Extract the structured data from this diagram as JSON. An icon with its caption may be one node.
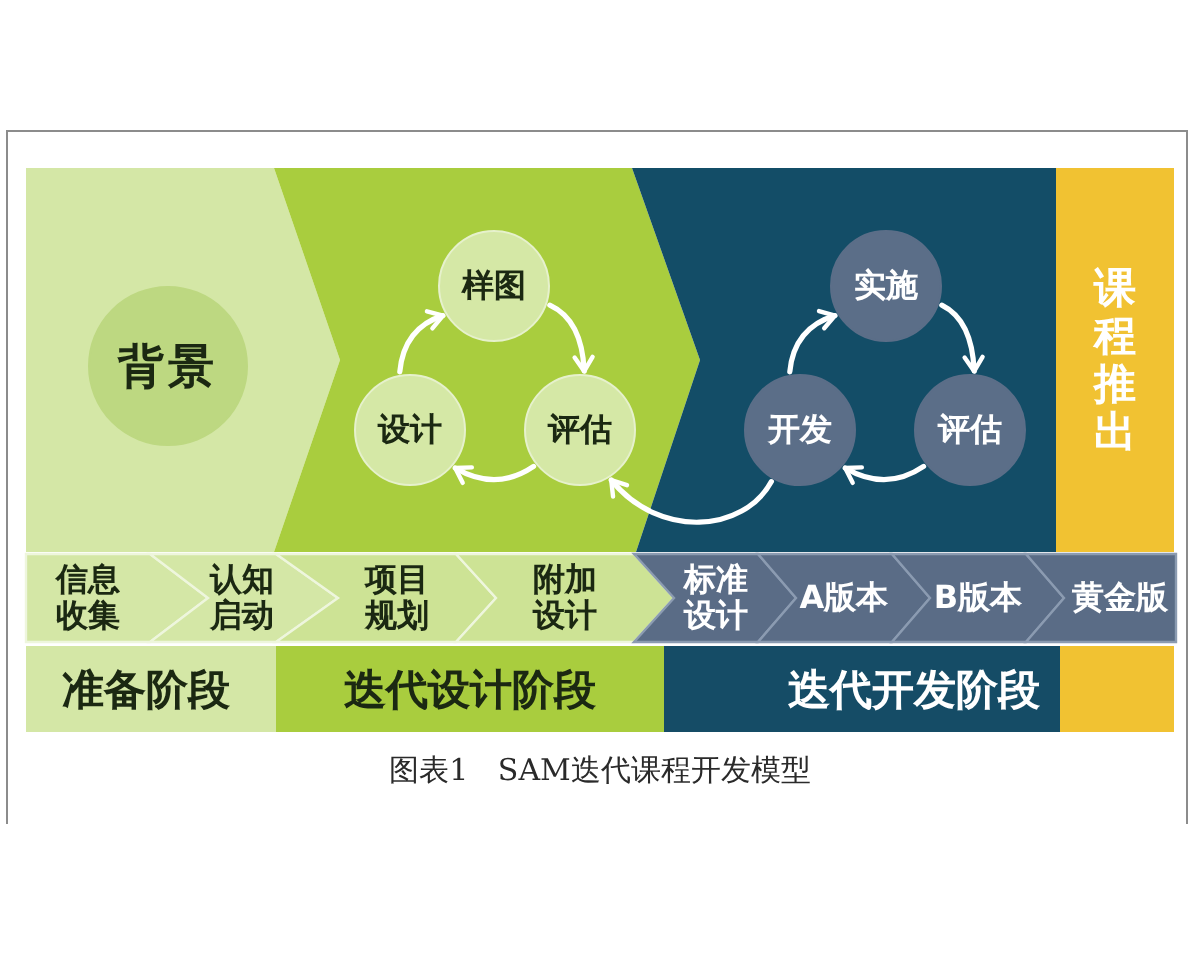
{
  "diagram": {
    "caption": "图表1 SAM迭代课程开发模型",
    "nodes": [
      {
        "text": [
          "背景"
        ]
      },
      {
        "text": [
          "样图"
        ]
      },
      {
        "text": [
          "设计"
        ]
      },
      {
        "text": [
          "评估"
        ]
      },
      {
        "text": [
          "实施"
        ]
      },
      {
        "text": [
          "开发"
        ]
      },
      {
        "text": [
          "评估"
        ]
      },
      {
        "text": [
          "课程推出"
        ]
      },
      {
        "text": [
          "信息收集"
        ]
      },
      {
        "text": [
          "认知启动"
        ]
      },
      {
        "text": [
          "项目规划"
        ]
      },
      {
        "text": [
          "附加设计"
        ]
      },
      {
        "text": [
          "标准设计"
        ]
      },
      {
        "text": [
          "A版本"
        ]
      },
      {
        "text": [
          "B版本"
        ]
      },
      {
        "text": [
          "黄金版"
        ]
      },
      {
        "text": [
          "准备阶段"
        ]
      },
      {
        "text": [
          "迭代设计阶段"
        ]
      },
      {
        "text": [
          "迭代开发阶段"
        ]
      },
      {
        "text": [],
        "shape": "box"
      }
    ],
    "edges": [
      {
        "from": 2,
        "to": 1,
        "arrow": "to"
      },
      {
        "from": 1,
        "to": 3,
        "arrow": "to"
      },
      {
        "from": 3,
        "to": 2,
        "arrow": "to"
      },
      {
        "from": 5,
        "to": 4,
        "arrow": "to"
      },
      {
        "from": 4,
        "to": 6,
        "arrow": "to"
      },
      {
        "from": 6,
        "to": 5,
        "arrow": "to"
      },
      {
        "from": 5,
        "to": 3,
        "arrow": "to"
      }
    ]
  }
}
